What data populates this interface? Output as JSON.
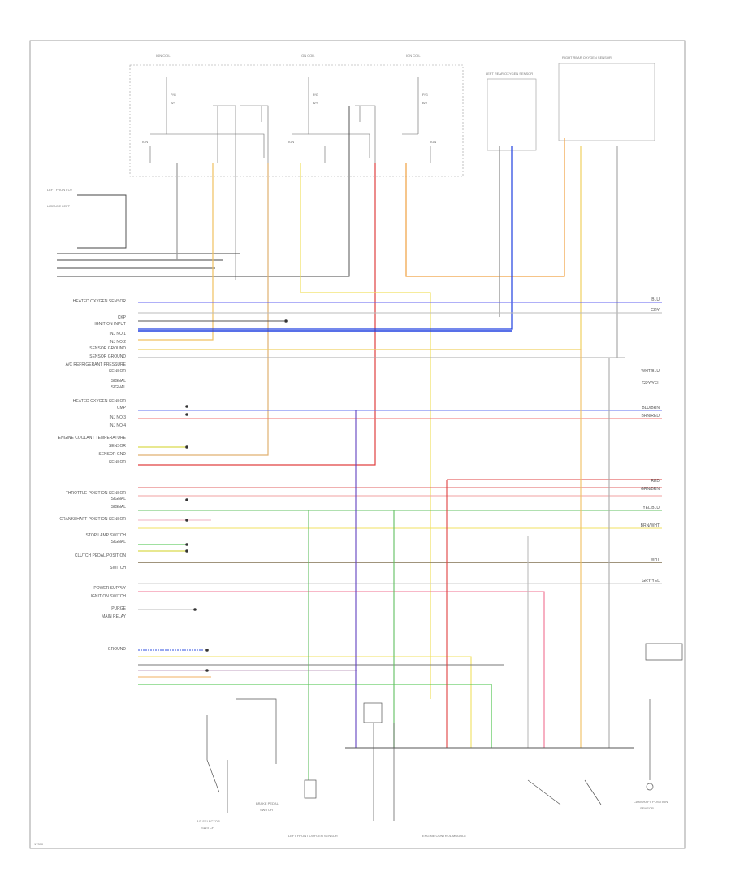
{
  "diagram": {
    "footer_code": "17390",
    "pcm_module_label": "ENGINE CONTROL MODULE",
    "left_labels": [
      "HEATED OXYGEN SENSOR",
      "CKP",
      "IGNITION INPUT",
      "INJ NO 1",
      "INJ NO 2",
      "SENSOR GROUND",
      "SENSOR GROUND",
      "A/C REFRIGERANT PRESSURE",
      "SENSOR",
      "SIGNAL",
      "SIGNAL",
      "HEATED OXYGEN SENSOR",
      "CMP",
      "INJ NO 3",
      "INJ NO 4",
      "ENGINE COOLANT TEMPERATURE",
      "SENSOR",
      "SENSOR GND",
      "SENSOR",
      "THROTTLE POSITION SENSOR",
      "SIGNAL",
      "SIGNAL",
      "CRANKSHAFT POSITION SENSOR",
      "STOP LAMP SWITCH",
      "SIGNAL",
      "CLUTCH PEDAL POSITION",
      "SWITCH",
      "POWER SUPPLY",
      "IGNITION SWITCH",
      "PURGE",
      "MAIN RELAY",
      "GROUND"
    ],
    "top_labels": [
      "IGN COIL",
      "IGN COIL",
      "IGN COIL",
      "LEFT REAR OXYGEN SENSOR",
      "RIGHT REAR OXYGEN SENSOR"
    ],
    "bottom_labels": [
      "A/T SELECTOR",
      "SWITCH",
      "BRAKE PEDAL",
      "SWITCH",
      "LEFT FRONT OXYGEN SENSOR",
      "CAMSHAFT POSITION",
      "SENSOR"
    ],
    "right_labels": [
      "BLU",
      "GRY",
      "WHT/BLU",
      "GRY/YEL",
      "BLU/BRN",
      "BRN/RED",
      "RED",
      "GRN/BRN",
      "YEL/BLU",
      "BRN/WHT",
      "WHT",
      "GRY/YEL"
    ]
  }
}
